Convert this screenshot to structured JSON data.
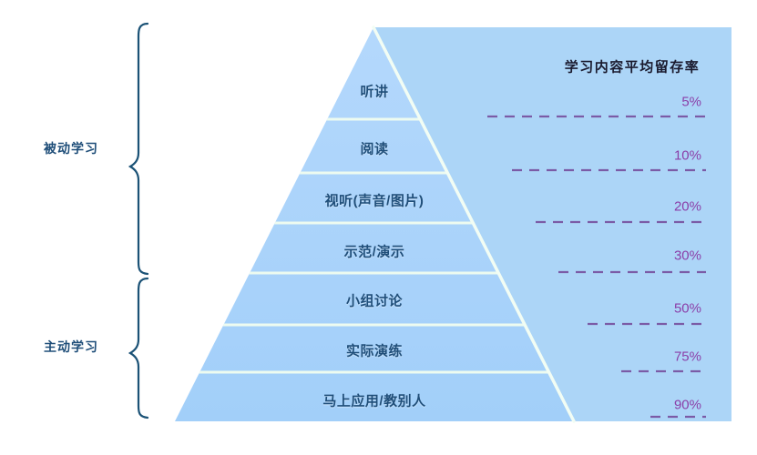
{
  "diagram": {
    "kind": "learning-pyramid",
    "panel_title": "学习内容平均留存率",
    "colors": {
      "panel_background": "#ACD5F7",
      "pyramid_fill": "#A8D2FA",
      "divider": "#EAF8EE",
      "tier_text": "#1F4E79",
      "percent_text": "#8B3FA8",
      "dash_line": "#7B5BA6",
      "brace": "#1B5276",
      "page_background": "#FFFFFF"
    }
  },
  "groups": [
    {
      "label": "被动学习",
      "tier_count": 4
    },
    {
      "label": "主动学习",
      "tier_count": 3
    }
  ],
  "tiers": [
    {
      "label": "听讲",
      "retention": "5%",
      "group": "被动学习"
    },
    {
      "label": "阅读",
      "retention": "10%",
      "group": "被动学习"
    },
    {
      "label": "视听(声音/图片)",
      "retention": "20%",
      "group": "被动学习"
    },
    {
      "label": "示范/演示",
      "retention": "30%",
      "group": "被动学习"
    },
    {
      "label": "小组讨论",
      "retention": "50%",
      "group": "主动学习"
    },
    {
      "label": "实际演练",
      "retention": "75%",
      "group": "主动学习"
    },
    {
      "label": "马上应用/教别人",
      "retention": "90%",
      "group": "主动学习"
    }
  ],
  "chart_data": {
    "type": "bar",
    "title": "学习内容平均留存率",
    "categories": [
      "听讲",
      "阅读",
      "视听(声音/图片)",
      "示范/演示",
      "小组讨论",
      "实际演练",
      "马上应用/教别人"
    ],
    "values": [
      5,
      10,
      20,
      30,
      50,
      75,
      90
    ],
    "xlabel": "",
    "ylabel": "学习内容平均留存率",
    "ylim": [
      0,
      100
    ],
    "grid": false,
    "legend": "none",
    "annotations": [
      "被动学习",
      "主动学习"
    ]
  }
}
